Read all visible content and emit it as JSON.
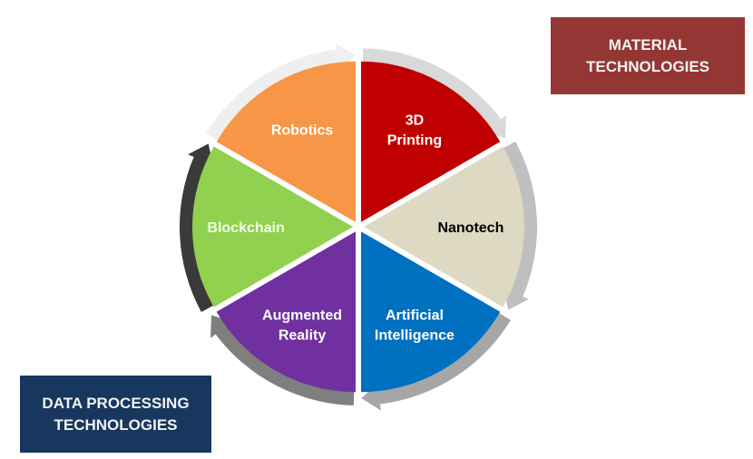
{
  "boxes": {
    "material": {
      "line1": "MATERIAL",
      "line2": "TECHNOLOGIES",
      "color": "#943634"
    },
    "data_processing": {
      "line1": "DATA PROCESSING",
      "line2": "TECHNOLOGIES",
      "color": "#17375e"
    }
  },
  "segments": [
    {
      "lines": [
        "3D",
        "Printing"
      ],
      "color": "#c00000",
      "text_color": "#ffffff",
      "arrow_color": "#d9d9d9"
    },
    {
      "lines": [
        "Nanotech"
      ],
      "color": "#ddd9c3",
      "text_color": "#000000",
      "arrow_color": "#bfbfbf"
    },
    {
      "lines": [
        "Artificial",
        "Intelligence"
      ],
      "color": "#0070c0",
      "text_color": "#ffffff",
      "arrow_color": "#a6a6a6"
    },
    {
      "lines": [
        "Augmented",
        "Reality"
      ],
      "color": "#7030a0",
      "text_color": "#ffffff",
      "arrow_color": "#7f7f7f"
    },
    {
      "lines": [
        "Blockchain"
      ],
      "color": "#92d050",
      "text_color": "#f2ffe8",
      "arrow_color": "#3a3a3a"
    },
    {
      "lines": [
        "Robotics"
      ],
      "color": "#f79646",
      "text_color": "#ffffff",
      "arrow_color": "#efefef"
    }
  ]
}
